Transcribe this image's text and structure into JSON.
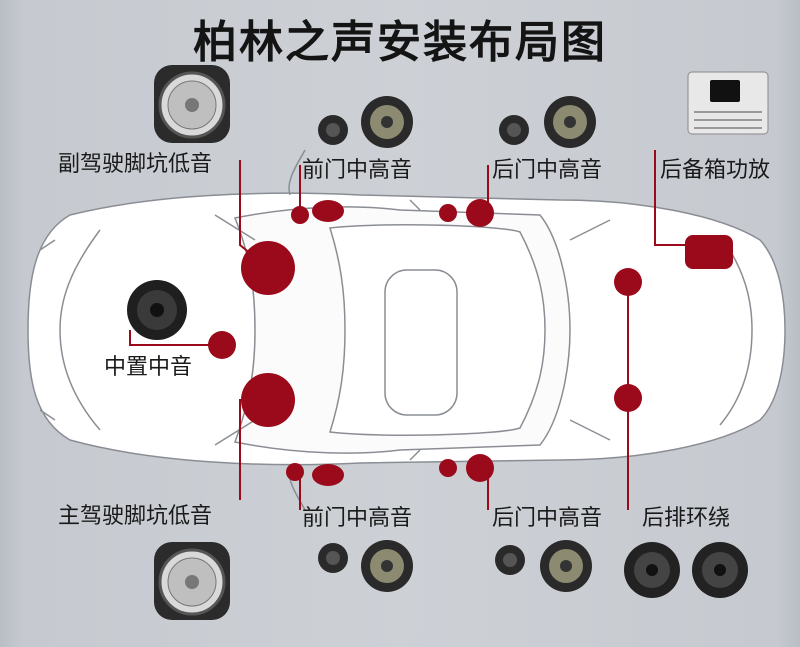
{
  "title": "柏林之声安装布局图",
  "labels": {
    "copilot_footwell_bass": "副驾驶脚坑低音",
    "front_door_mid_high_top": "前门中高音",
    "rear_door_mid_high_top": "后门中高音",
    "trunk_amplifier": "后备箱功放",
    "center_mid": "中置中音",
    "driver_footwell_bass": "主驾驶脚坑低音",
    "front_door_mid_high_bottom": "前门中高音",
    "rear_door_mid_high_bottom": "后门中高音",
    "rear_surround": "后排环绕"
  },
  "colors": {
    "marker": "#9b0a1a",
    "leader": "#9b0a1a",
    "car_line": "#888c92"
  }
}
